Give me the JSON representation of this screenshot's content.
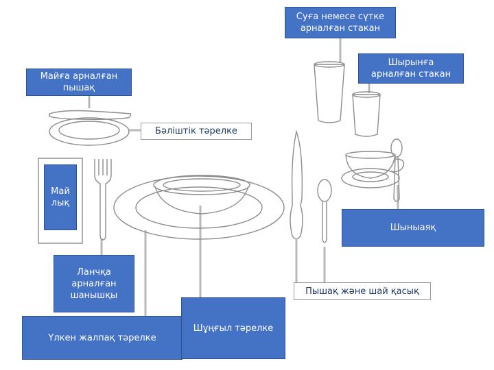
{
  "labels": {
    "water_glass": "Суға немесе сүтке\nарналған стакан",
    "juice_glass": "Шырынға\nарналған стакан",
    "butter_knife": "Майға арналған\nпышақ",
    "bread_plate": "Бәліштік тәрелке",
    "napkin": "Май\nлық",
    "cup_saucer": "Шыныаяқ",
    "lunch_fork": "Ланчқа\nарналған\nшанышқы",
    "knife_teaspoon": "Пышақ және шай қасық",
    "dinner_plate": "Үлкен  жалпақ тәрелке",
    "soup_bowl": "Шұңғыл тәрелке"
  },
  "colors": {
    "label_fill": "#4472c4",
    "label_border": "#2f528f",
    "line": "#b0b0b0"
  }
}
